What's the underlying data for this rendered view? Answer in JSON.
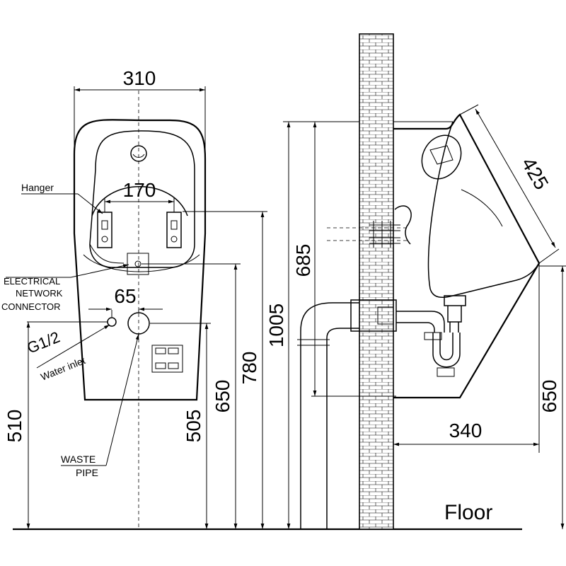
{
  "dimensions": {
    "width_top": "310",
    "hanger_spacing": "170",
    "inlet_offset": "65",
    "floor_to_inlet": "510",
    "floor_to_waste": "505",
    "floor_to_lower_650": "650",
    "floor_to_connector": "780",
    "floor_to_top": "1005",
    "side_height": "685",
    "side_diagonal": "425",
    "side_depth": "340",
    "side_floor_650": "650"
  },
  "labels": {
    "hanger": "Hanger",
    "electrical_line1": "ELECTRICAL",
    "electrical_line2": "NETWORK",
    "electrical_line3": "CONNECTOR",
    "inlet_thread": "G1/2",
    "water_inlet": "Water inlet",
    "waste_line1": "WASTE",
    "waste_line2": "PIPE",
    "floor": "Floor"
  },
  "colors": {
    "line": "#000000",
    "background": "#ffffff"
  }
}
